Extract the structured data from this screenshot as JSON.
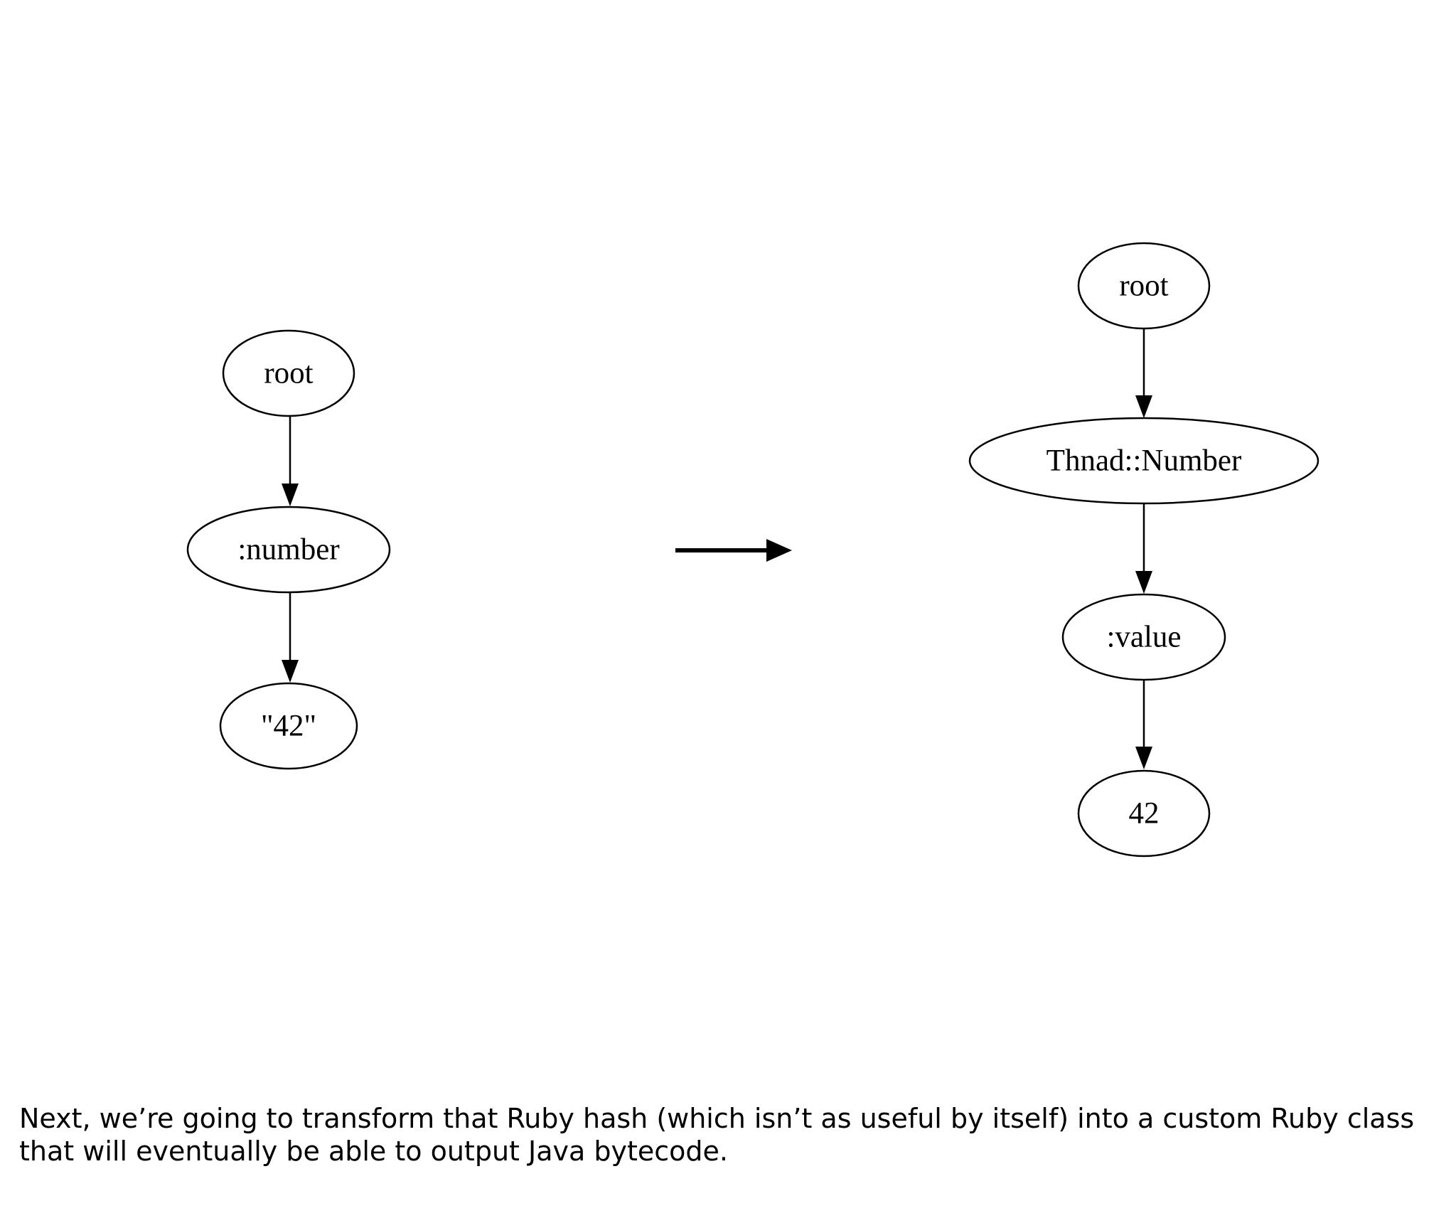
{
  "diagram": {
    "before": {
      "nodes": [
        "root",
        ":number",
        "\"42\""
      ]
    },
    "after": {
      "nodes": [
        "root",
        "Thnad::Number",
        ":value",
        "42"
      ]
    }
  },
  "caption": "Next, we’re going to transform that Ruby hash (which isn’t as useful by itself) into a custom Ruby class that will eventually be able to output Java bytecode."
}
